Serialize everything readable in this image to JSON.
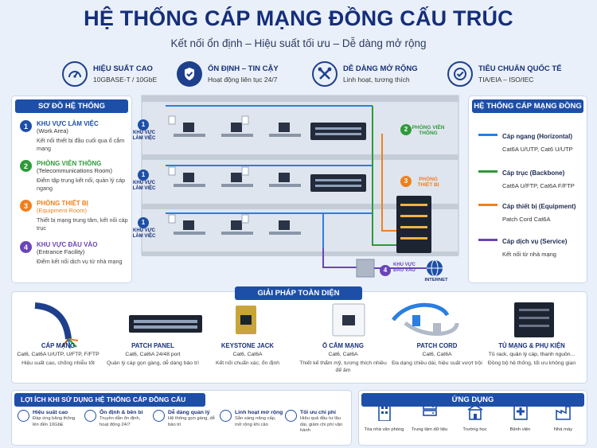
{
  "header": {
    "title": "HỆ THỐNG CÁP MẠNG ĐỒNG CẤU TRÚC",
    "subtitle": "Kết nối ổn định – Hiệu suất tối ưu – Dễ dàng mở rộng"
  },
  "features": [
    {
      "title": "HIỆU SUẤT CAO",
      "desc": "10GBASE-T / 10GbE",
      "icon": "speedometer-icon"
    },
    {
      "title": "ỔN ĐỊNH – TIN CẬY",
      "desc": "Hoạt động liên tục 24/7",
      "icon": "shield-check-icon"
    },
    {
      "title": "DỄ DÀNG MỞ RỘNG",
      "desc": "Linh hoạt, tương thích",
      "icon": "tools-icon"
    },
    {
      "title": "TIÊU CHUẨN QUỐC TẾ",
      "desc": "TIA/EIA – ISO/IEC",
      "icon": "check-badge-icon"
    }
  ],
  "system_map": {
    "heading": "SƠ ĐỒ HỆ THỐNG",
    "items": [
      {
        "num": "1",
        "t1": "KHU VỰC LÀM VIỆC",
        "t2": "(Work Area)",
        "t3": "Kết nối thiết bị đầu cuối qua ổ cắm mạng",
        "color": "#1e4fa8"
      },
      {
        "num": "2",
        "t1": "PHÒNG VIỄN THÔNG",
        "t2": "(Telecommunications Room)",
        "t3": "Điểm tập trung kết nối, quản lý cáp ngang",
        "color": "#2e9a3a"
      },
      {
        "num": "3",
        "t1": "PHÒNG THIẾT BỊ",
        "t2": "(Equipment Room)",
        "t3": "Thiết bị mạng trung tâm, kết nối cáp trục",
        "color": "#f07f1e"
      },
      {
        "num": "4",
        "t1": "KHU VỰC ĐẦU VÀO",
        "t2": "(Entrance Facility)",
        "t3": "Điểm kết nối dịch vụ từ nhà mạng",
        "color": "#6a44b8"
      }
    ]
  },
  "diagram": {
    "work_area": "KHU VỰC LÀM VIỆC",
    "telecom_room": "PHÒNG VIỄN THÔNG",
    "equipment_room": "PHÒNG THIẾT BỊ",
    "entrance": "KHU VỰC ĐẦU VÀO",
    "internet": "INTERNET",
    "n1": "1",
    "n2": "2",
    "n3": "3",
    "n4": "4"
  },
  "copper_system": {
    "heading": "HỆ THỐNG CÁP MẠNG ĐỒNG",
    "items": [
      {
        "name": "Cáp ngang (Horizontal)",
        "value": "Cat6A U/UTP, Cat6 U/UTP",
        "color": "#2a7fe0"
      },
      {
        "name": "Cáp trục (Backbone)",
        "value": "Cat6A U/FTP, Cat6A F/FTP",
        "color": "#2e9a3a"
      },
      {
        "name": "Cáp thiết bị (Equipment)",
        "value": "Patch Cord Cat6A",
        "color": "#f07f1e"
      },
      {
        "name": "Cáp dịch vụ (Service)",
        "value": "Kết nối từ nhà mạng",
        "color": "#6a44b8"
      }
    ]
  },
  "solutions": {
    "heading": "GIẢI PHÁP TOÀN DIỆN",
    "products": [
      {
        "name": "CÁP MẠNG",
        "spec": "Cat6, Cat6A U/UTP, U/FTP, F/FTP",
        "desc": "Hiệu suất cao, chống nhiễu tốt"
      },
      {
        "name": "PATCH PANEL",
        "spec": "Cat6, Cat6A 24/48 port",
        "desc": "Quản lý cáp gọn gàng, dễ dàng bảo trì"
      },
      {
        "name": "KEYSTONE JACK",
        "spec": "Cat6, Cat6A",
        "desc": "Kết nối chuẩn xác, ổn định"
      },
      {
        "name": "Ổ CẮM MẠNG",
        "spec": "Cat6, Cat6A",
        "desc": "Thiết kế thẩm mỹ, tương thích nhiều đế âm"
      },
      {
        "name": "PATCH CORD",
        "spec": "Cat6, Cat6A",
        "desc": "Đa dạng chiều dài, hiệu suất vượt trội"
      },
      {
        "name": "TỦ MẠNG & PHỤ KIỆN",
        "spec": "Tủ rack, quản lý cáp, thanh nguồn...",
        "desc": "Đồng bộ hệ thống, tối ưu không gian"
      }
    ]
  },
  "benefits": {
    "heading": "LỢI ÍCH KHI SỬ DỤNG HỆ THỐNG CÁP ĐỒNG CẤU TRÚC",
    "items": [
      {
        "name": "Hiệu suất cao",
        "desc": "Đáp ứng băng thông lên đến 10GbE"
      },
      {
        "name": "Ổn định & bền bỉ",
        "desc": "Truyền dẫn ổn định, hoạt động 24/7"
      },
      {
        "name": "Dễ dàng quản lý",
        "desc": "Hệ thống gọn gàng, dễ bảo trì"
      },
      {
        "name": "Linh hoạt mở rộng",
        "desc": "Sẵn sàng nâng cấp, mở rộng khi cần"
      },
      {
        "name": "Tối ưu chi phí",
        "desc": "Hiệu quả đầu tư lâu dài, giảm chi phí vận hành"
      }
    ]
  },
  "applications": {
    "heading": "ỨNG DỤNG",
    "items": [
      {
        "name": "Tòa nhà văn phòng",
        "icon": "office-building-icon"
      },
      {
        "name": "Trung tâm dữ liệu",
        "icon": "data-center-icon"
      },
      {
        "name": "Trường học",
        "icon": "school-icon"
      },
      {
        "name": "Bệnh viện",
        "icon": "hospital-icon"
      },
      {
        "name": "Nhà máy",
        "icon": "factory-icon"
      }
    ]
  }
}
